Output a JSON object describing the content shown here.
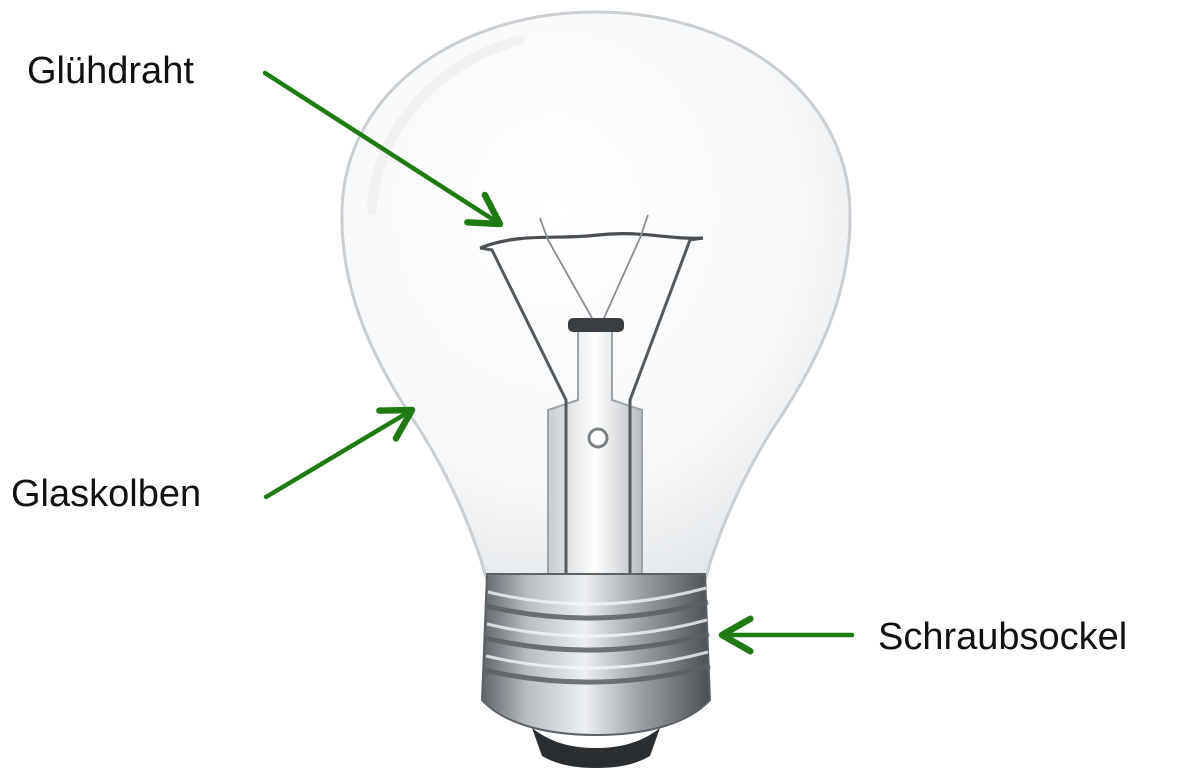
{
  "labels": {
    "filament": "Glühdraht",
    "glass_bulb": "Glaskolben",
    "screw_base": "Schraubsockel"
  },
  "colors": {
    "arrow": "#1f7a12",
    "label_text": "#111111",
    "glass_outline": "#c9ced3",
    "metal": "#8f9499",
    "wire": "#555a5f"
  },
  "icons": {
    "pointer": "arrow-icon",
    "subject": "light-bulb-illustration"
  }
}
